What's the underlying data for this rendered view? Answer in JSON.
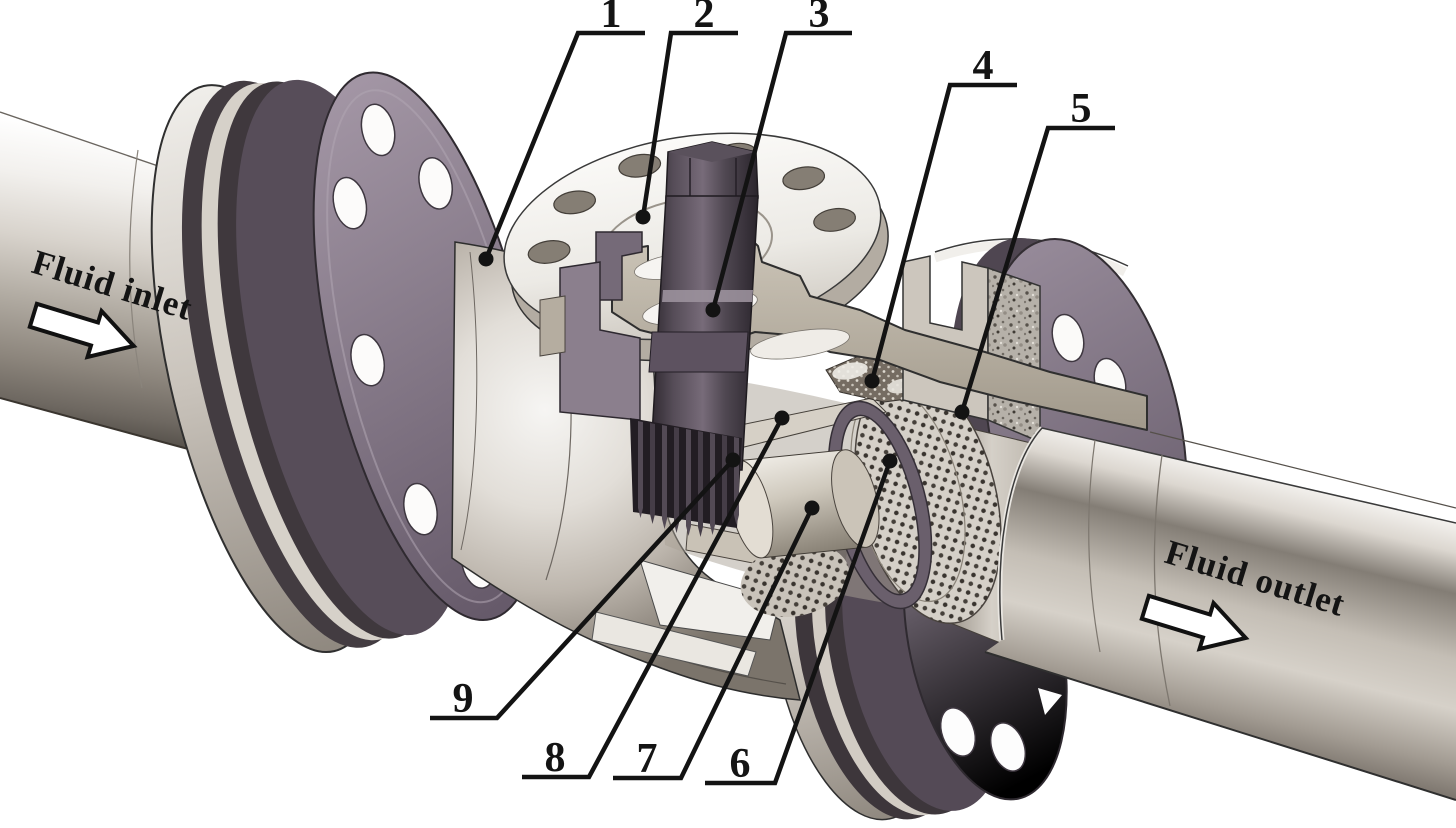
{
  "diagram": {
    "flow_labels": {
      "inlet": "Fluid inlet",
      "outlet": "Fluid outlet"
    },
    "callouts": [
      {
        "number": "1"
      },
      {
        "number": "2"
      },
      {
        "number": "3"
      },
      {
        "number": "4"
      },
      {
        "number": "5"
      },
      {
        "number": "6"
      },
      {
        "number": "7"
      },
      {
        "number": "8"
      },
      {
        "number": "9"
      }
    ],
    "colors": {
      "background": "#ffffff",
      "flange_face_mauve": "#8b7e8c",
      "flange_rim_dark": "#574d59",
      "pipe_metal_light": "#f2f0ed",
      "pipe_metal_dark": "#6e6861",
      "body_metal": "#d9d4cd",
      "cut_face_tan": "#b8b0a3",
      "granite_section": "#b6b1a9",
      "stem_dark": "#4a424b",
      "leader_line": "#131313"
    }
  }
}
